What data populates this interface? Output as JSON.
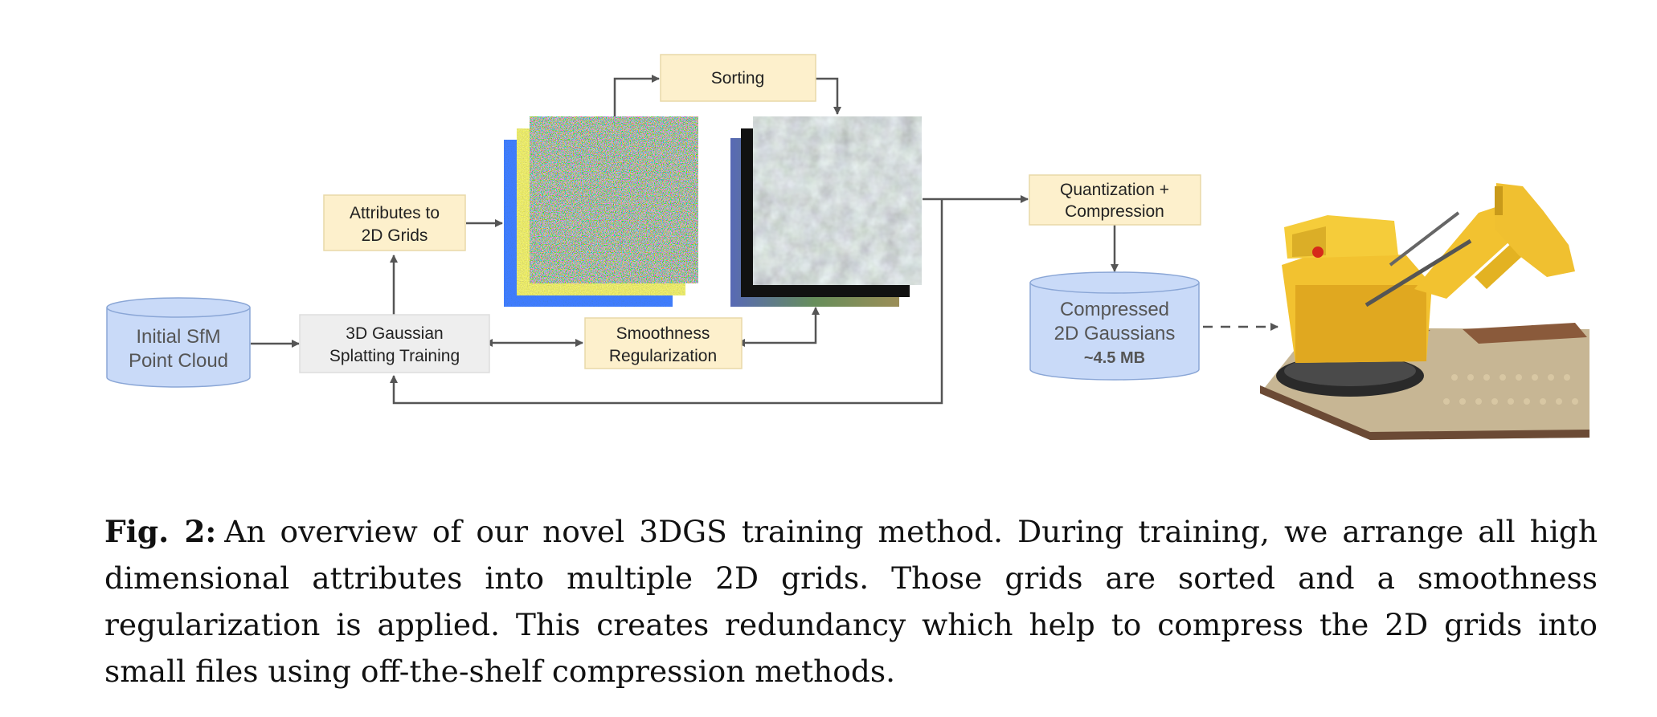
{
  "diagram": {
    "nodes": {
      "point_cloud": {
        "line1": "Initial SfM",
        "line2": "Point Cloud"
      },
      "training": {
        "line1": "3D Gaussian",
        "line2": "Splatting Training"
      },
      "attributes": {
        "line1": "Attributes to",
        "line2": "2D Grids"
      },
      "sorting": {
        "label": "Sorting"
      },
      "smoothness": {
        "line1": "Smoothness",
        "line2": "Regularization"
      },
      "quantization": {
        "line1": "Quantization +",
        "line2": "Compression"
      },
      "compressed": {
        "line1": "Compressed",
        "line2": "2D Gaussians",
        "line3": "~4.5 MB"
      }
    }
  },
  "caption": {
    "label": "Fig. 2:",
    "text": "An overview of our novel 3DGS training method. During training, we arrange all high dimensional attributes into multiple 2D grids. Those grids are sorted and a smoothness regularization is applied. This creates redundancy which help to compress the 2D grids into small files using off-the-shelf compression methods."
  },
  "colors": {
    "box_fill": "#fdf0cc",
    "box_stroke": "#e8d9a8",
    "gray_fill": "#eeeeee",
    "cylinder_fill": "#c9daf8",
    "cylinder_stroke": "#8aa6d6",
    "arrow": "#555555"
  }
}
